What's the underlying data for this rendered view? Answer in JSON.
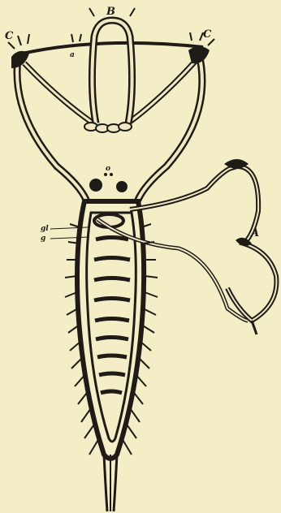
{
  "figure": {
    "labels": {
      "b": "B",
      "c_left": "C",
      "c_right": "C",
      "a": "A",
      "o": "o",
      "a1": "a",
      "gl": "gl",
      "g": "g"
    },
    "colors": {
      "background": "#f4eec7",
      "ink": "#1f1b16",
      "tube": "#efe8c2"
    }
  }
}
